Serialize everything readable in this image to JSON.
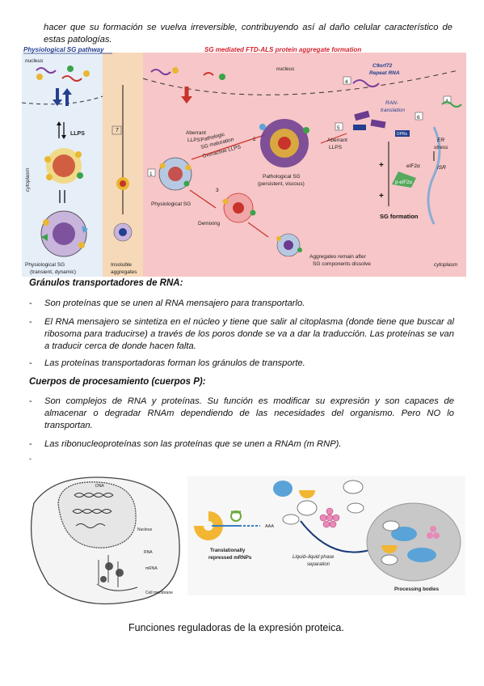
{
  "top_text": "hacer que su formación se vuelva irreversible, contribuyendo así al daño celular característico de estas patologías.",
  "fig1": {
    "left_title": "Physiological SG pathway",
    "right_title": "SG mediated FTD-ALS protein aggregate formation",
    "nucleus_left": "nucleus",
    "nucleus_right": "nucleus",
    "cytoplasm_left": "cytoplasm",
    "cytoplasm_right": "cytoplasm",
    "llps": "LLPS",
    "physio_sg_caption_1": "Physiological SG",
    "physio_sg_caption_2": "(transient, dynamic)",
    "insoluble_1": "Insoluble",
    "insoluble_2": "aggregates",
    "c9orf72_1": "C9orf72",
    "c9orf72_2": "Repeat RNA",
    "aberrant_llps_1": "Aberrant",
    "aberrant_llps_2": "LLPS",
    "pathogenic_1": "Pathologic",
    "pathogenic_2": "SG maturation",
    "pathogenic_3": "Overactive LLPS",
    "path_sg_1": "Pathological SG",
    "path_sg_2": "(persistent, viscous)",
    "physio_sg_label": "Physiological SG",
    "demixing": "Demixing",
    "aggregates_1": "Aggregates remain after",
    "aggregates_2": "SG components dissolve",
    "ran_1": "RAN-",
    "ran_2": "translation",
    "dprs": "DPRs",
    "er_1": "ER",
    "er_2": "stress",
    "isr": "ISR",
    "eif2a": "eIF2α",
    "p_eif2a": "p-eIF2α",
    "sg_formation": "SG formation",
    "aberrant2_1": "Aberrant",
    "aberrant2_2": "LLPS",
    "nums": [
      "1",
      "2",
      "3",
      "4",
      "5",
      "6",
      "7",
      "4"
    ]
  },
  "section1": {
    "heading": "Gránulos transportadores de RNA:",
    "bullets": [
      "Son proteínas que se unen al RNA mensajero para transportarlo.",
      "El RNA mensajero se sintetiza en el núcleo y tiene que salir al citoplasma (donde tiene que buscar al ribosoma para traducirse) a través de los poros donde se va a dar la traducción. Las proteínas se van a traducir cerca de donde hacen falta.",
      "Las proteínas transportadoras forman los gránulos de transporte."
    ]
  },
  "section2": {
    "heading": "Cuerpos de procesamiento (cuerpos P):",
    "bullets": [
      "Son complejos de RNA y proteínas. Su función es modificar su expresión y son capaces de almacenar o degradar RNAm dependiendo de las necesidades del organismo. Pero NO lo transportan.",
      "Las ribonucleoproteínas son las proteínas que se unen a RNAm (m RNP)."
    ]
  },
  "stray_dash": "-",
  "fig2": {
    "dna": "DNA",
    "nucleus": "Nucleus",
    "rna": "RNA",
    "mrna": "mRNA",
    "cell_membrane": "Cell membrane",
    "translationally_1": "Translationally",
    "translationally_2": "repressed mRNPs",
    "aaa": "AAA",
    "llps_1": "Liquid–liquid phase",
    "llps_2": "separation",
    "processing_bodies": "Processing bodies"
  },
  "caption": "Funciones reguladoras de la expresión proteica.",
  "colors": {
    "right_panel_bg": "#f7c6c8",
    "left_panel_bg": "#e6eef8",
    "mid_panel_bg": "#f6d9b8",
    "title_red": "#d3202c",
    "title_blue": "#233f8f"
  }
}
